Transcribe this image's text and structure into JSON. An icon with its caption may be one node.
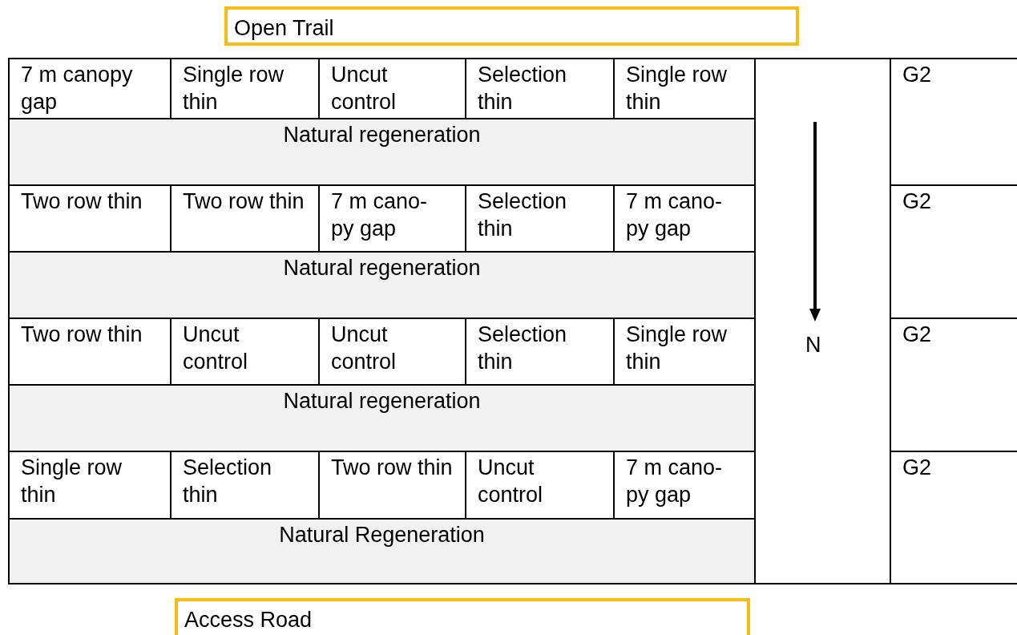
{
  "diagram": {
    "nodes": [
      {
        "text": [
          "Open Trail"
        ]
      },
      {
        "text": [
          "7 m canopy gap"
        ]
      },
      {
        "text": [
          "Single row thin"
        ]
      },
      {
        "text": [
          "Uncut control"
        ]
      },
      {
        "text": [
          "Selection thin"
        ]
      },
      {
        "text": [
          "Single row thin"
        ]
      },
      {
        "text": [
          "G2"
        ]
      },
      {
        "text": [
          "Natural regeneration"
        ]
      },
      {
        "text": [
          "Two row thin"
        ]
      },
      {
        "text": [
          "Two row thin"
        ]
      },
      {
        "text": [
          "7 m cano- py gap"
        ]
      },
      {
        "text": [
          "Selection thin"
        ]
      },
      {
        "text": [
          "7 m cano- py gap"
        ]
      },
      {
        "text": [
          "G2"
        ]
      },
      {
        "text": [
          "Natural regeneration"
        ]
      },
      {
        "text": [
          "Two row thin"
        ]
      },
      {
        "text": [
          "Uncut control"
        ]
      },
      {
        "text": [
          "Uncut control"
        ]
      },
      {
        "text": [
          "Selection thin"
        ]
      },
      {
        "text": [
          "Single row thin"
        ]
      },
      {
        "text": [
          "G2"
        ]
      },
      {
        "text": [
          "Natural regeneration"
        ]
      },
      {
        "text": [
          "Single row thin"
        ]
      },
      {
        "text": [
          "Selection thin"
        ]
      },
      {
        "text": [
          "Two row thin"
        ]
      },
      {
        "text": [
          "Uncut control"
        ]
      },
      {
        "text": [
          "7 m cano- py gap"
        ]
      },
      {
        "text": [
          "G2"
        ]
      },
      {
        "text": [
          "Natural Regeneration"
        ]
      },
      {
        "text": [
          "Access Road"
        ]
      }
    ],
    "edges": [],
    "labels": [
      "N"
    ]
  }
}
